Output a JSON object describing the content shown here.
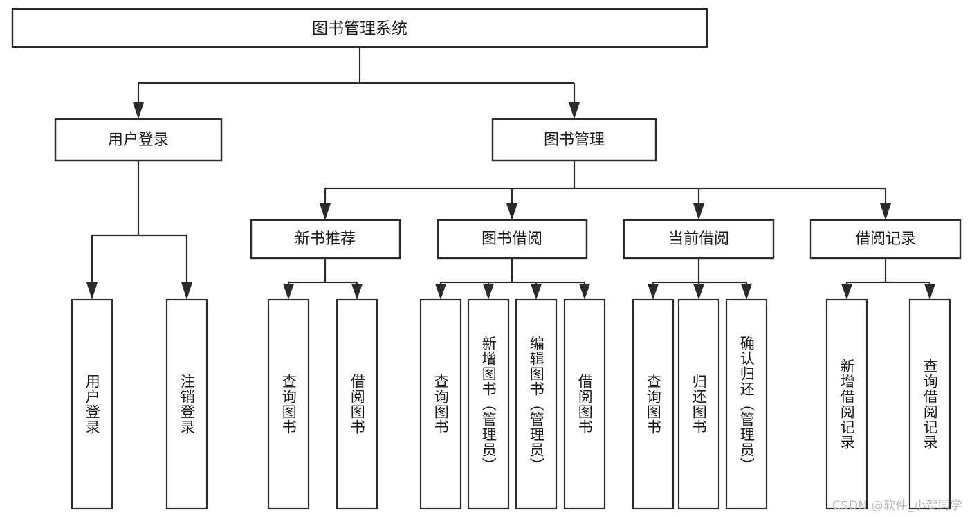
{
  "diagram": {
    "type": "tree-hierarchy",
    "title": "图书管理系统",
    "root": {
      "id": "root",
      "label": "图书管理系统",
      "orientation": "horizontal"
    },
    "level2": [
      {
        "id": "user-login",
        "label": "用户登录",
        "orientation": "horizontal"
      },
      {
        "id": "book-manage",
        "label": "图书管理",
        "orientation": "horizontal"
      }
    ],
    "level3": [
      {
        "id": "new-book-recommend",
        "label": "新书推荐",
        "orientation": "horizontal",
        "parent": "book-manage"
      },
      {
        "id": "book-borrow",
        "label": "图书借阅",
        "orientation": "horizontal",
        "parent": "book-manage"
      },
      {
        "id": "current-borrow",
        "label": "当前借阅",
        "orientation": "horizontal",
        "parent": "book-manage"
      },
      {
        "id": "borrow-record",
        "label": "借阅记录",
        "orientation": "horizontal",
        "parent": "book-manage"
      }
    ],
    "leaves": [
      {
        "id": "leaf-user-login",
        "label": "用户登录",
        "orientation": "vertical",
        "parent": "user-login"
      },
      {
        "id": "leaf-logout",
        "label": "注销登录",
        "orientation": "vertical",
        "parent": "user-login"
      },
      {
        "id": "leaf-query-book-1",
        "label": "查询图书",
        "orientation": "vertical",
        "parent": "new-book-recommend"
      },
      {
        "id": "leaf-borrow-book-1",
        "label": "借阅图书",
        "orientation": "vertical",
        "parent": "new-book-recommend"
      },
      {
        "id": "leaf-query-book-2",
        "label": "查询图书",
        "orientation": "vertical",
        "parent": "book-borrow"
      },
      {
        "id": "leaf-add-book",
        "label": "新增图书（管理员）",
        "orientation": "vertical",
        "parent": "book-borrow"
      },
      {
        "id": "leaf-edit-book",
        "label": "编辑图书（管理员）",
        "orientation": "vertical",
        "parent": "book-borrow"
      },
      {
        "id": "leaf-borrow-book-2",
        "label": "借阅图书",
        "orientation": "vertical",
        "parent": "book-borrow"
      },
      {
        "id": "leaf-query-book-3",
        "label": "查询图书",
        "orientation": "vertical",
        "parent": "current-borrow"
      },
      {
        "id": "leaf-return-book",
        "label": "归还图书",
        "orientation": "vertical",
        "parent": "current-borrow"
      },
      {
        "id": "leaf-confirm-return",
        "label": "确认归还（管理员）",
        "orientation": "vertical",
        "parent": "current-borrow"
      },
      {
        "id": "leaf-add-record",
        "label": "新增借阅记录",
        "orientation": "vertical",
        "parent": "borrow-record"
      },
      {
        "id": "leaf-query-record",
        "label": "查询借阅记录",
        "orientation": "vertical",
        "parent": "borrow-record"
      }
    ],
    "watermark": "CSDN @软件_小贺同学",
    "colors": {
      "stroke": "#2b2b2b",
      "fill": "#ffffff",
      "text": "#1a1a1a",
      "watermark": "#b9b9b9"
    }
  }
}
